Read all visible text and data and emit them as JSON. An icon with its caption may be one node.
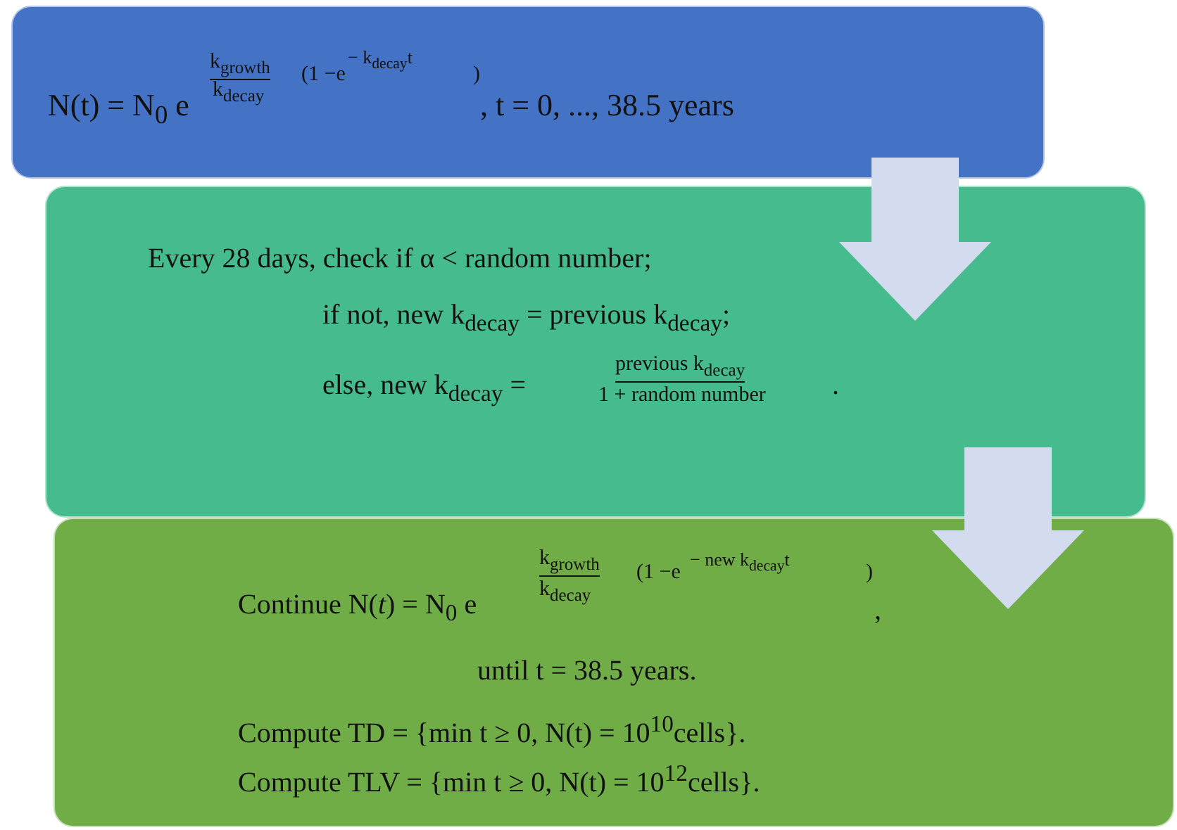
{
  "diagram": {
    "nodes": [
      {
        "text": [
          "N(t) = N$_{0}$ e",
          "k$_{growth}$",
          "k$_{decay}$",
          "(1 −e",
          "− k$_{decay}$t",
          ")",
          ", t = 0, ..., 38.5 years"
        ]
      },
      {
        "text": [
          "Every 28 days, check if  α < random number;",
          "if not, new k$_{decay}$ = previous k$_{decay}$;",
          "else, new k$_{decay}$ =",
          "previous k$_{decay}$",
          "1 + random number",
          "."
        ]
      },
      {
        "text": [
          "Continue N(*t*) = N$_{0}$ e",
          "k$_{growth}$",
          "k$_{decay}$",
          "(1 −e",
          "− new k$_{decay}$t",
          ")",
          ",",
          "until t = 38.5 years.",
          "Compute TD = {min t  ≥ 0, N(t)  = 10$^{10}$cells}.",
          "Compute TLV = {min t  ≥ 0, N(t) =  10$^{12}$cells}."
        ]
      }
    ],
    "edges": [
      {
        "from": 0,
        "to": 1,
        "arrow": "to"
      },
      {
        "from": 1,
        "to": 2,
        "arrow": "to"
      }
    ]
  }
}
